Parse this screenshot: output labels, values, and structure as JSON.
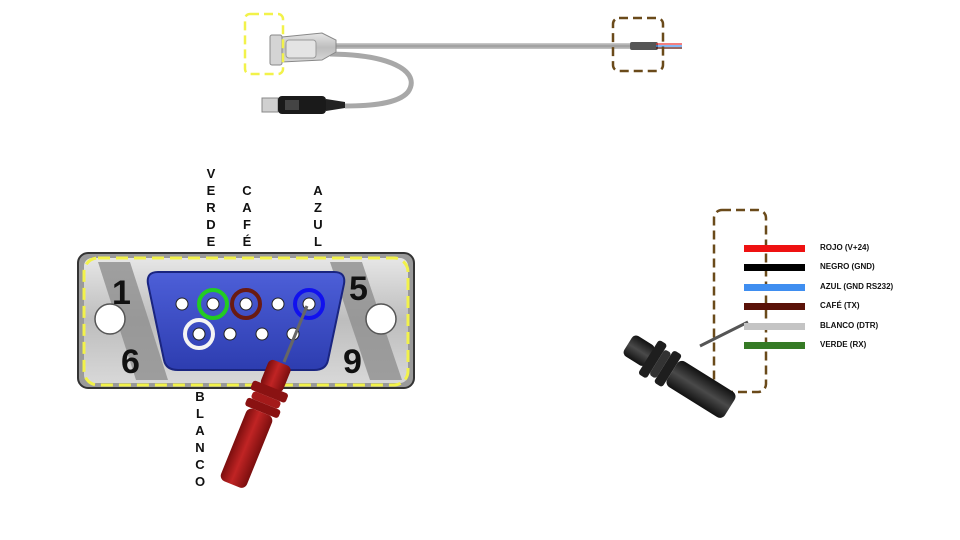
{
  "connector": {
    "pin_numbers": {
      "pin1": "1",
      "pin5": "5",
      "pin6": "6",
      "pin9": "9"
    },
    "labels": {
      "verde": "VERDE",
      "cafe": "CAFÉ",
      "azul": "AZUL",
      "blanco": "BLANCO"
    },
    "pin_highlights": {
      "verde": "#22cc22",
      "cafe": "#6a1a12",
      "azul": "#1111ee",
      "blanco": "#f4f4f4"
    }
  },
  "legend": {
    "items": [
      {
        "label": "ROJO (V+24)",
        "color": "#ee1111"
      },
      {
        "label": "NEGRO (GND)",
        "color": "#000000"
      },
      {
        "label": "AZUL (GND RS232)",
        "color": "#3f8ef0"
      },
      {
        "label": "CAFÉ (TX)",
        "color": "#5a1208"
      },
      {
        "label": "BLANCO (DTR)",
        "color": "#c4c4c4"
      },
      {
        "label": "VERDE (RX)",
        "color": "#357a25"
      }
    ]
  },
  "colors": {
    "highlight_yellow": "#f2f24a",
    "highlight_brown": "#6a4a1a",
    "connector_blue": "#3a4cc8",
    "probe_red": "#a01818",
    "probe_black": "#2a2a2a"
  }
}
